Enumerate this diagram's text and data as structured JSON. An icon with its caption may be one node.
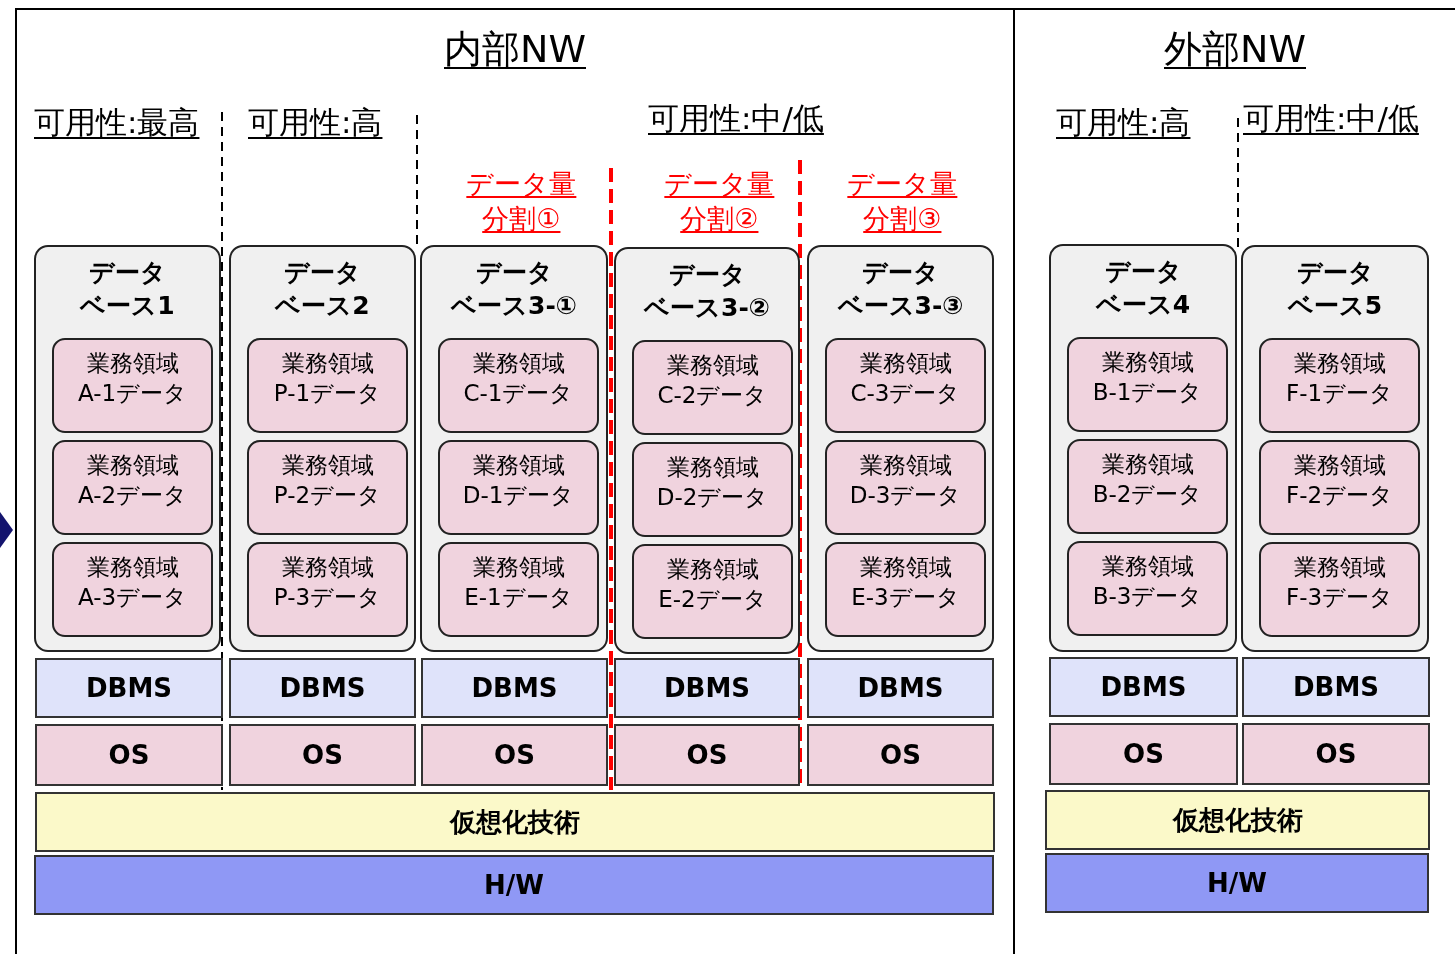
{
  "diagram": {
    "nodes": [
      {
        "text": [
          "内部NW"
        ]
      },
      {
        "text": [
          "データベース1"
        ],
        "in": 0
      },
      {
        "text": [
          "業務領域A-1データ"
        ],
        "in": 1
      },
      {
        "text": [
          "業務領域A-2データ"
        ],
        "in": 1
      },
      {
        "text": [
          "業務領域A-3データ"
        ],
        "in": 1
      },
      {
        "text": [
          "データベース2"
        ],
        "in": 0
      },
      {
        "text": [
          "業務領域P-1データ"
        ],
        "in": 5
      },
      {
        "text": [
          "業務領域P-2データ"
        ],
        "in": 5
      },
      {
        "text": [
          "業務領域P-3データ"
        ],
        "in": 5
      },
      {
        "text": [
          "データベース3-①"
        ],
        "in": 0
      },
      {
        "text": [
          "業務領域C-1データ"
        ],
        "in": 9
      },
      {
        "text": [
          "業務領域D-1データ"
        ],
        "in": 9
      },
      {
        "text": [
          "業務領域E-1データ"
        ],
        "in": 9
      },
      {
        "text": [
          "データベース3-②"
        ],
        "in": 0
      },
      {
        "text": [
          "業務領域C-2データ"
        ],
        "in": 13
      },
      {
        "text": [
          "業務領域D-2データ"
        ],
        "in": 13
      },
      {
        "text": [
          "業務領域E-2データ"
        ],
        "in": 13
      },
      {
        "text": [
          "データベース3-③"
        ],
        "in": 0
      },
      {
        "text": [
          "業務領域C-3データ"
        ],
        "in": 17
      },
      {
        "text": [
          "業務領域D-3データ"
        ],
        "in": 17
      },
      {
        "text": [
          "業務領域E-3データ"
        ],
        "in": 17
      },
      {
        "text": [
          "DBMS"
        ],
        "in": 0
      },
      {
        "text": [
          "DBMS"
        ],
        "in": 0
      },
      {
        "text": [
          "DBMS"
        ],
        "in": 0
      },
      {
        "text": [
          "DBMS"
        ],
        "in": 0
      },
      {
        "text": [
          "DBMS"
        ],
        "in": 0
      },
      {
        "text": [
          "OS"
        ],
        "in": 0
      },
      {
        "text": [
          "OS"
        ],
        "in": 0
      },
      {
        "text": [
          "OS"
        ],
        "in": 0
      },
      {
        "text": [
          "OS"
        ],
        "in": 0
      },
      {
        "text": [
          "OS"
        ],
        "in": 0
      },
      {
        "text": [
          "仮想化技術"
        ],
        "in": 0
      },
      {
        "text": [
          "H/W"
        ],
        "in": 0
      },
      {
        "text": [
          "外部NW"
        ]
      },
      {
        "text": [
          "データベース4"
        ],
        "in": 33
      },
      {
        "text": [
          "業務領域B-1データ"
        ],
        "in": 34
      },
      {
        "text": [
          "業務領域B-2データ"
        ],
        "in": 34
      },
      {
        "text": [
          "業務領域B-3データ"
        ],
        "in": 34
      },
      {
        "text": [
          "データベース5"
        ],
        "in": 33
      },
      {
        "text": [
          "業務領域F-1データ"
        ],
        "in": 38
      },
      {
        "text": [
          "業務領域F-2データ"
        ],
        "in": 38
      },
      {
        "text": [
          "業務領域F-3データ"
        ],
        "in": 38
      },
      {
        "text": [
          "DBMS"
        ],
        "in": 33
      },
      {
        "text": [
          "DBMS"
        ],
        "in": 33
      },
      {
        "text": [
          "OS"
        ],
        "in": 33
      },
      {
        "text": [
          "OS"
        ],
        "in": 33
      },
      {
        "text": [
          "仮想化技術"
        ],
        "in": 33
      },
      {
        "text": [
          "H/W"
        ],
        "in": 33
      }
    ],
    "labels": [
      "可用性:最高",
      "可用性:高",
      "可用性:中/低",
      "データ量分割①",
      "データ量分割②",
      "データ量分割③",
      "可用性:高",
      "可用性:中/低"
    ]
  }
}
